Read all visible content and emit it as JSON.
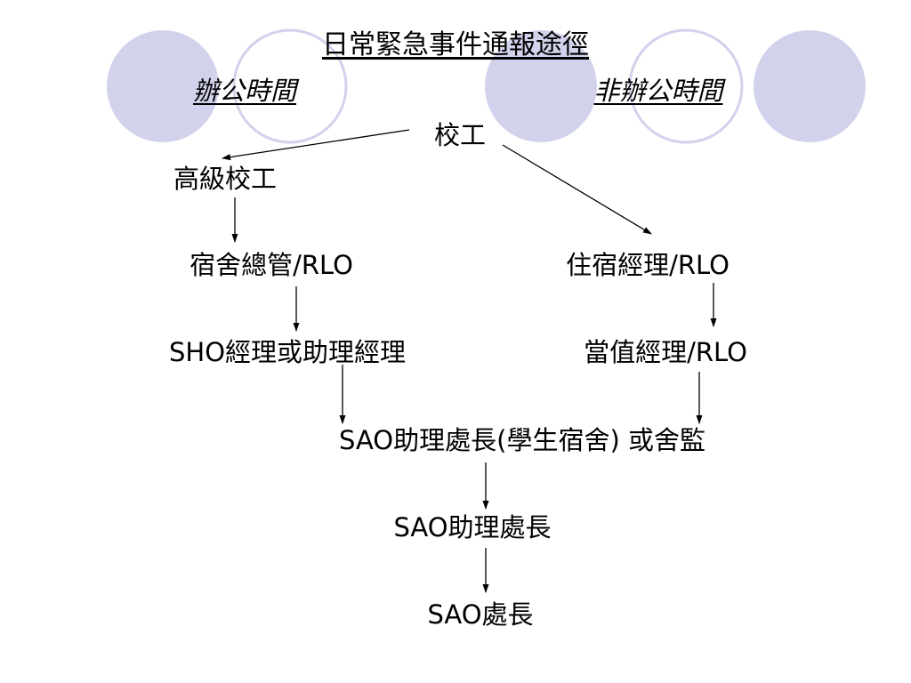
{
  "theme": {
    "circle_fill": "#d2d2ec",
    "circle_stroke": "#d2d2ec",
    "arrow_color": "#000000"
  },
  "slide": {
    "title": "日常緊急事件通報途徑",
    "office_hours_label": "辦公時間",
    "non_office_hours_label": "非辦公時間"
  },
  "flowchart": {
    "nodes": {
      "janitor": "校工",
      "senior_janitor": "高級校工",
      "hall_manager_rlo": "宿舍總管/RLO",
      "residence_manager_rlo": "住宿經理/RLO",
      "sho_manager": "SHO經理或助理經理",
      "duty_manager_rlo": "當值經理/RLO",
      "sao_assistant_director_or_warden": "SAO助理處長(學生宿舍) 或舍監",
      "sao_assistant_director": "SAO助理處長",
      "sao_director": "SAO處長"
    },
    "edges": [
      [
        "janitor",
        "senior_janitor"
      ],
      [
        "janitor",
        "residence_manager_rlo"
      ],
      [
        "senior_janitor",
        "hall_manager_rlo"
      ],
      [
        "hall_manager_rlo",
        "sho_manager"
      ],
      [
        "residence_manager_rlo",
        "duty_manager_rlo"
      ],
      [
        "sho_manager",
        "sao_assistant_director_or_warden"
      ],
      [
        "duty_manager_rlo",
        "sao_assistant_director_or_warden"
      ],
      [
        "sao_assistant_director_or_warden",
        "sao_assistant_director"
      ],
      [
        "sao_assistant_director",
        "sao_director"
      ]
    ]
  }
}
